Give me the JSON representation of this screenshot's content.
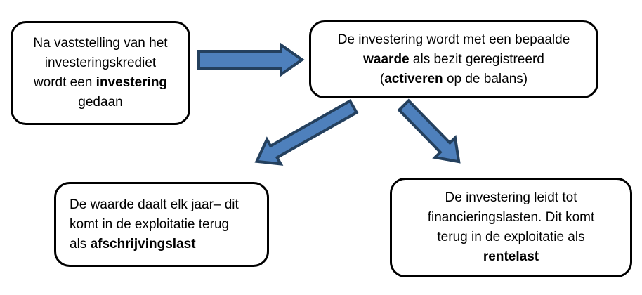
{
  "diagram": {
    "boxes": [
      {
        "name": "investering-box",
        "align": "center",
        "lines": [
          [
            {
              "t": "Na vaststelling van het"
            }
          ],
          [
            {
              "t": "investeringskrediet"
            }
          ],
          [
            {
              "t": "wordt een "
            },
            {
              "t": "investering",
              "b": true
            }
          ],
          [
            {
              "t": "gedaan"
            }
          ]
        ]
      },
      {
        "name": "activeren-box",
        "align": "center",
        "lines": [
          [
            {
              "t": "De investering wordt met een bepaalde"
            }
          ],
          [
            {
              "t": "waarde",
              "b": true
            },
            {
              "t": " als bezit geregistreerd"
            }
          ],
          [
            {
              "t": "("
            },
            {
              "t": "activeren",
              "b": true
            },
            {
              "t": " op de balans)"
            }
          ]
        ]
      },
      {
        "name": "afschrijvingslast-box",
        "align": "left",
        "lines": [
          [
            {
              "t": "De waarde daalt elk jaar– dit"
            }
          ],
          [
            {
              "t": "komt in de exploitatie terug"
            }
          ],
          [
            {
              "t": "als "
            },
            {
              "t": "afschrijvingslast",
              "b": true
            }
          ]
        ]
      },
      {
        "name": "rentelast-box",
        "align": "center",
        "lines": [
          [
            {
              "t": "De investering leidt tot"
            }
          ],
          [
            {
              "t": "financieringslasten. Dit komt"
            }
          ],
          [
            {
              "t": "terug in de exploitatie als"
            }
          ],
          [
            {
              "t": "rentelast",
              "b": true
            }
          ]
        ]
      }
    ],
    "arrows": [
      {
        "name": "arrow-investering-to-activeren",
        "direction": "right"
      },
      {
        "name": "arrow-activeren-to-afschrijvingslast",
        "direction": "down-left"
      },
      {
        "name": "arrow-activeren-to-rentelast",
        "direction": "down-right"
      }
    ],
    "colors": {
      "arrow_fill": "#4E80BC",
      "arrow_stroke": "#24405E",
      "box_border": "#000000",
      "text": "#000000",
      "background": "#FFFFFF"
    }
  }
}
